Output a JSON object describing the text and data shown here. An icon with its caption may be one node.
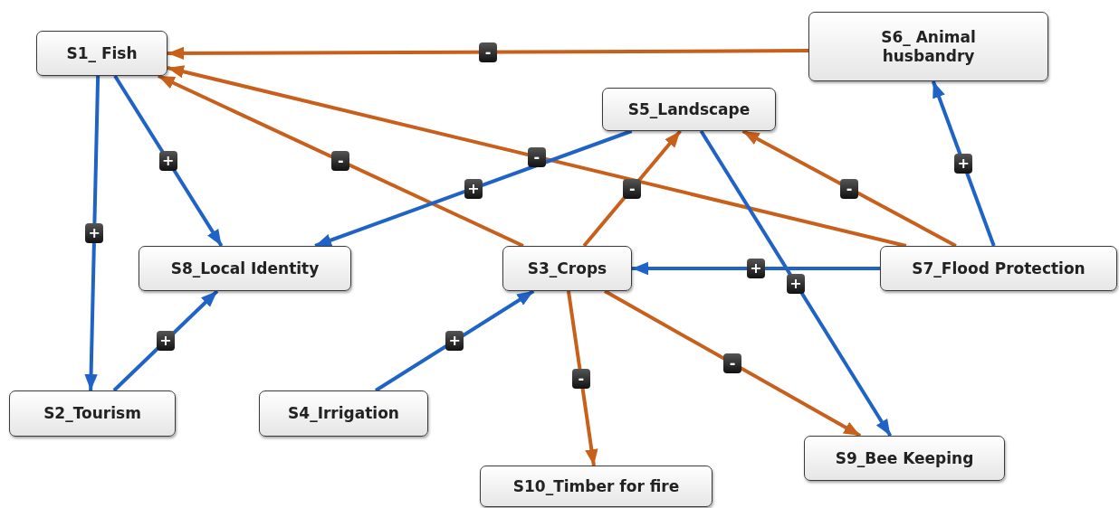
{
  "diagram": {
    "nodes": [
      {
        "text": [
          "S1_ Fish"
        ]
      },
      {
        "text": [
          "S6_ Animal husbandry"
        ]
      },
      {
        "text": [
          "S5_Landscape"
        ]
      },
      {
        "text": [
          "S8_Local Identity"
        ]
      },
      {
        "text": [
          "S3_Crops"
        ]
      },
      {
        "text": [
          "S7_Flood Protection"
        ]
      },
      {
        "text": [
          "S2_Tourism"
        ]
      },
      {
        "text": [
          "S4_Irrigation"
        ]
      },
      {
        "text": [
          "S9_Bee Keeping"
        ]
      },
      {
        "text": [
          "S10_Timber for fire"
        ]
      }
    ],
    "edges": [
      {
        "from": 1,
        "to": 0,
        "arrow": "to",
        "label": "-",
        "color": "#c8601c"
      },
      {
        "from": 4,
        "to": 0,
        "arrow": "to",
        "label": "-",
        "color": "#c8601c"
      },
      {
        "from": 5,
        "to": 0,
        "arrow": "to",
        "label": "-",
        "color": "#c8601c"
      },
      {
        "from": 0,
        "to": 3,
        "arrow": "to",
        "label": "+"
      },
      {
        "from": 0,
        "to": 6,
        "arrow": "to",
        "label": "+"
      },
      {
        "from": 6,
        "to": 3,
        "arrow": "to",
        "label": "+"
      },
      {
        "from": 2,
        "to": 3,
        "arrow": "to",
        "label": "+"
      },
      {
        "from": 4,
        "to": 2,
        "arrow": "to",
        "label": "-",
        "color": "#c8601c"
      },
      {
        "from": 5,
        "to": 2,
        "arrow": "to",
        "label": "-",
        "color": "#c8601c"
      },
      {
        "from": 5,
        "to": 1,
        "arrow": "to",
        "label": "+"
      },
      {
        "from": 5,
        "to": 4,
        "arrow": "to",
        "label": "+"
      },
      {
        "from": 2,
        "to": 8,
        "arrow": "to",
        "label": "+"
      },
      {
        "from": 7,
        "to": 4,
        "arrow": "to",
        "label": "+"
      },
      {
        "from": 4,
        "to": 9,
        "arrow": "to",
        "label": "-",
        "color": "#c8601c"
      },
      {
        "from": 4,
        "to": 8,
        "arrow": "to",
        "label": "-",
        "color": "#c8601c"
      }
    ]
  }
}
